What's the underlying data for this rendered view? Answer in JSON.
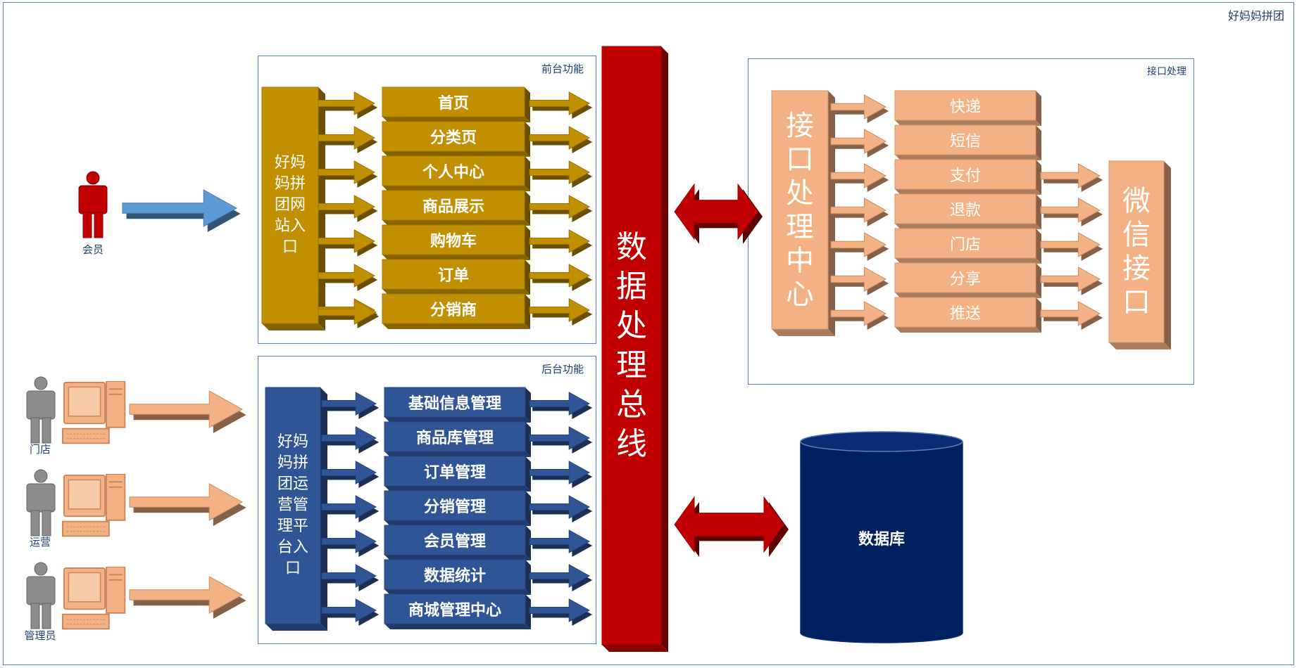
{
  "diagram": {
    "outer_title": "好妈妈拼团",
    "front_panel_title": "前台功能",
    "back_panel_title": "后台功能",
    "interface_panel_title": "接口处理",
    "front_entry": "好妈妈拼团网站入口",
    "back_entry": "好妈妈拼团运营管理平台入口",
    "front_items": [
      "首页",
      "分类页",
      "个人中心",
      "商品展示",
      "购物车",
      "订单",
      "分销商"
    ],
    "back_items": [
      "基础信息管理",
      "商品库管理",
      "订单管理",
      "分销管理",
      "会员管理",
      "数据统计",
      "商城管理中心"
    ],
    "bus_label": "数据处理总线",
    "interface_center": "接口处理中心",
    "interface_items": [
      "快递",
      "短信",
      "支付",
      "退款",
      "门店",
      "分享",
      "推送"
    ],
    "wechat_label": "微信接口",
    "database_label": "数据库",
    "actors": {
      "member": "会员",
      "store": "门店",
      "operation": "运营",
      "admin": "管理员"
    }
  },
  "colors": {
    "front_block": "#c18f00",
    "back_block": "#2f5597",
    "bus": "#c00000",
    "interface_block": "#f4b183",
    "database": "#002060",
    "member_arrow": "#5b9bd5",
    "computer_arrow": "#f4b183",
    "person_red": "#c00000",
    "person_gray": "#8c8c8c"
  }
}
